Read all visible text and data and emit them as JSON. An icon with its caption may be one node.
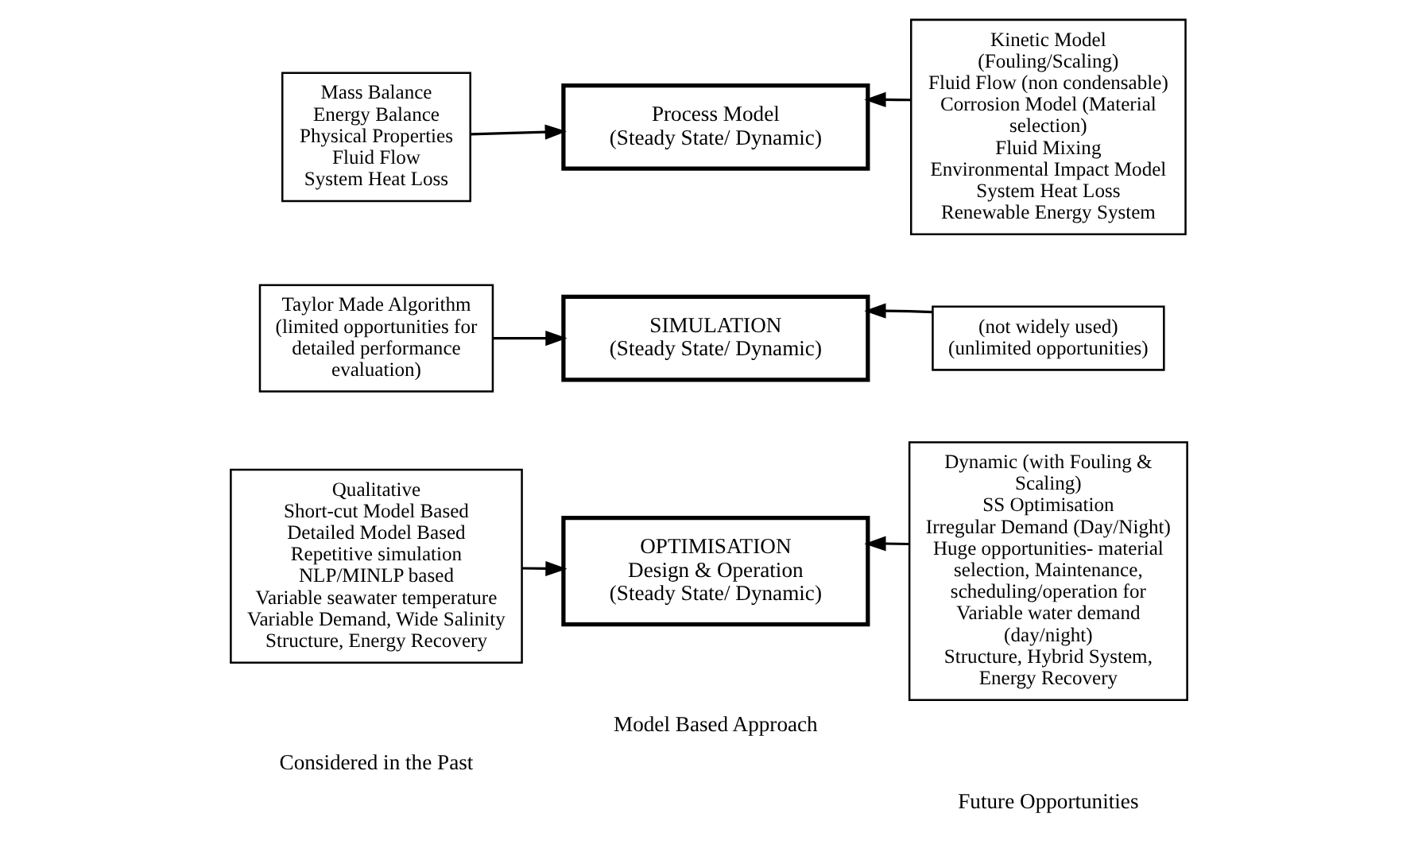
{
  "diagram": {
    "nodes": [
      {
        "text": [
          "Mass Balance",
          "Energy Balance",
          "Physical Properties",
          "Fluid Flow",
          "System Heat Loss"
        ]
      },
      {
        "text": [
          "Process Model",
          "(Steady State/ Dynamic)"
        ]
      },
      {
        "text": [
          "Kinetic Model (Fouling/Scaling)",
          "Fluid Flow (non condensable)",
          "Corrosion Model (Material selection)",
          "Fluid Mixing",
          "Environmental Impact Model",
          "System Heat Loss",
          "Renewable Energy System"
        ]
      },
      {
        "text": [
          "Taylor Made Algorithm",
          "(limited opportunities for detailed performance evaluation)"
        ]
      },
      {
        "text": [
          "SIMULATION",
          "(Steady State/ Dynamic)"
        ]
      },
      {
        "text": [
          "(not widely used)",
          "(unlimited opportunities)"
        ]
      },
      {
        "text": [
          "Qualitative",
          "Short-cut Model Based",
          "Detailed Model Based",
          "Repetitive simulation",
          "NLP/MINLP based",
          "Variable seawater temperature",
          "Variable Demand, Wide Salinity",
          "Structure, Energy Recovery"
        ]
      },
      {
        "text": [
          "OPTIMISATION",
          "Design & Operation",
          "(Steady State/ Dynamic)"
        ]
      },
      {
        "text": [
          "Dynamic (with Fouling & Scaling)",
          "SS Optimisation",
          "Irregular Demand (Day/Night)",
          "Huge opportunities- material selection, Maintenance, scheduling/operation for Variable water demand (day/night)",
          "Structure, Hybrid System, Energy Recovery"
        ]
      }
    ],
    "edges": [
      {
        "from": 0,
        "to": 1,
        "arrow": "to"
      },
      {
        "from": 2,
        "to": 1,
        "arrow": "to"
      },
      {
        "from": 3,
        "to": 4,
        "arrow": "to"
      },
      {
        "from": 5,
        "to": 4,
        "arrow": "to"
      },
      {
        "from": 6,
        "to": 7,
        "arrow": "to"
      },
      {
        "from": 8,
        "to": 7,
        "arrow": "to"
      }
    ],
    "labels": [
      "Considered in the Past",
      "Model Based Approach",
      "Future Opportunities"
    ]
  }
}
